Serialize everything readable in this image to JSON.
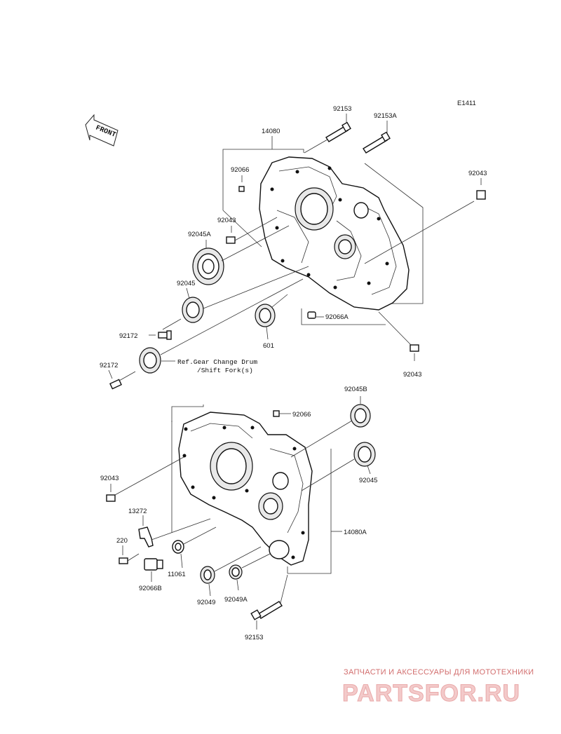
{
  "diagram_code": "E1411",
  "front_label": "FRONT",
  "labels": {
    "p92153_top": "92153",
    "p92153A": "92153A",
    "p14080": "14080",
    "p92066_top": "92066",
    "p92043_right_top": "92043",
    "p92043_left": "92043",
    "p92045A": "92045A",
    "p92045_top": "92045",
    "p92172_a": "92172",
    "p92172_b": "92172",
    "p92066A": "92066A",
    "p601": "601",
    "p92043_mid": "92043",
    "ref_line1": "Ref.Gear Change Drum",
    "ref_line2": "/Shift Fork(s)",
    "p92045B": "92045B",
    "p92066_bottom": "92066",
    "p92043_bottom": "92043",
    "p92045_bottom": "92045",
    "p13272": "13272",
    "p220": "220",
    "p14080A": "14080A",
    "p11061": "11061",
    "p92066B": "92066B",
    "p92049": "92049",
    "p92049A": "92049A",
    "p92153_bottom": "92153"
  },
  "watermark": {
    "caption": "ЗАПЧАСТИ И АКСЕССУАРЫ ДЛЯ МОТОТЕХНИКИ",
    "brand": "PARTSFOR.RU"
  },
  "colors": {
    "ink": "#111111",
    "watermark": "#d26e6e"
  }
}
